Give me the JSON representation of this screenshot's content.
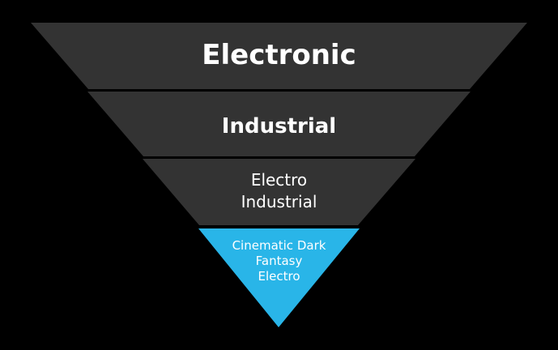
{
  "funnel": {
    "tiers": [
      {
        "lines": [
          "Electronic"
        ],
        "color": "#333333"
      },
      {
        "lines": [
          "Industrial"
        ],
        "color": "#333333"
      },
      {
        "lines": [
          "Electro",
          "Industrial"
        ],
        "color": "#333333"
      },
      {
        "lines": [
          "Cinematic Dark",
          "Fantasy",
          "Electro"
        ],
        "color": "#29b5e8"
      }
    ],
    "background_color": "#000000"
  }
}
